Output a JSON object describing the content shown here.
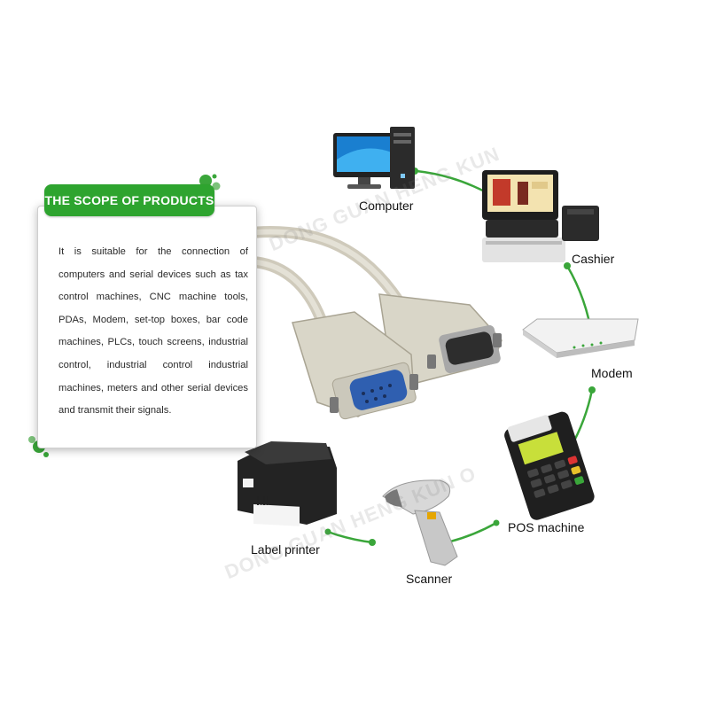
{
  "panel": {
    "title": "THE SCOPE OF PRODUCTS",
    "description": "It is suitable for the connection of computers and serial devices such as tax control machines, CNC machine tools, PDAs, Modem, set-top boxes, bar code machines, PLCs, touch screens, industrial control, industrial control industrial machines, meters and other serial devices and transmit their signals."
  },
  "devices": {
    "computer": "Computer",
    "cashier": "Cashier",
    "modem": "Modem",
    "pos": "POS machine",
    "scanner": "Scanner",
    "label_printer": "Label printer"
  },
  "watermarks": {
    "upper": "DONG GUAN HENG KUN",
    "lower": "DONG GUAN HENG KUN O"
  },
  "colors": {
    "accent_green": "#2ea42f",
    "ring_green": "#3aa63a",
    "cable_beige": "#d9d6c8"
  },
  "icons": [
    "computer-icon",
    "cashier-icon",
    "modem-icon",
    "pos-machine-icon",
    "scanner-icon",
    "label-printer-icon",
    "serial-cable-icon"
  ]
}
